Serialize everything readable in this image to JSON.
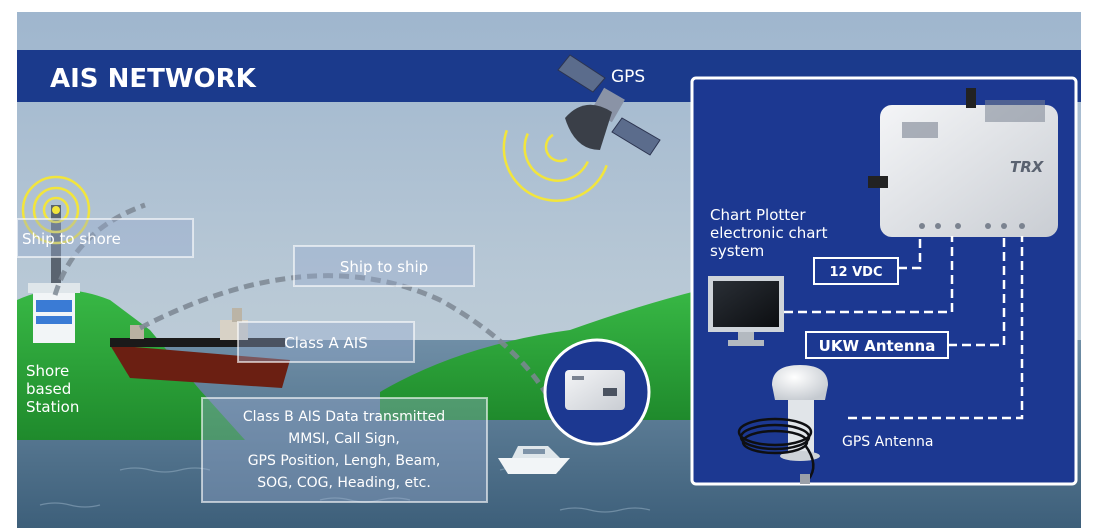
{
  "header": {
    "title": "AIS NETWORK"
  },
  "labels": {
    "gps": "GPS",
    "ship_to_shore": "Ship to shore",
    "ship_to_ship": "Ship to ship",
    "class_a": "Class A AIS",
    "shore_station": [
      "Shore",
      "based",
      "Station"
    ],
    "class_b": [
      "Class B AIS Data transmitted",
      "MMSI, Call Sign,",
      "GPS Position, Lengh, Beam,",
      "SOG, COG, Heading, etc."
    ]
  },
  "panel": {
    "chart_plotter": [
      "Chart Plotter",
      "electronic chart",
      "system"
    ],
    "power": "12 VDC",
    "ukw_antenna": "UKW Antenna",
    "gps_antenna": "GPS Antenna",
    "device_brand": "TRX"
  },
  "colors": {
    "header_band": "#1b3a8c",
    "panel_bg": "#1c3891",
    "land": "#2fa83a",
    "signal": "#f2e53c"
  }
}
